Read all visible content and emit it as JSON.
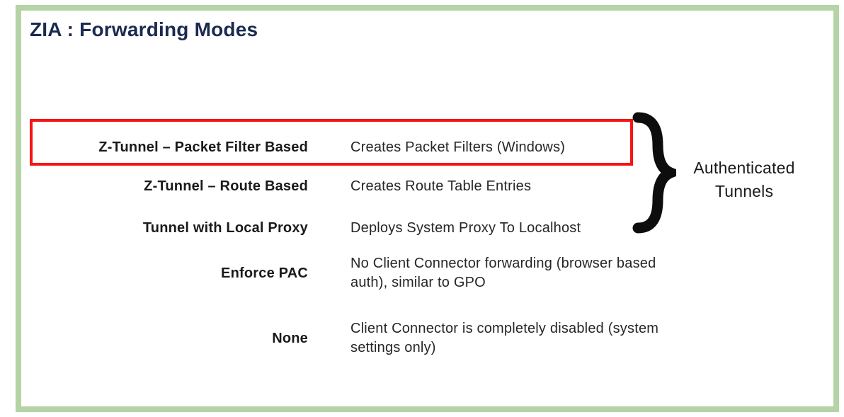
{
  "slide": {
    "title": "ZIA : Forwarding Modes",
    "rows": [
      {
        "mode": "Z-Tunnel – Packet Filter Based",
        "description": "Creates Packet Filters (Windows)",
        "highlighted": true
      },
      {
        "mode": "Z-Tunnel – Route Based",
        "description": "Creates Route Table Entries",
        "highlighted": false
      },
      {
        "mode": "Tunnel with Local Proxy",
        "description": "Deploys System Proxy To Localhost",
        "highlighted": false
      },
      {
        "mode": "Enforce PAC",
        "description": "No Client Connector forwarding (browser based auth), similar to GPO",
        "highlighted": false
      },
      {
        "mode": "None",
        "description": "Client Connector is completely disabled (system settings only)",
        "highlighted": false
      }
    ],
    "brace_label": "Authenticated Tunnels",
    "colors": {
      "frame_green": "#b5d3a5",
      "title_navy": "#1b2a50",
      "highlight_red": "#f61414",
      "text_black": "#1a1a1a"
    }
  }
}
